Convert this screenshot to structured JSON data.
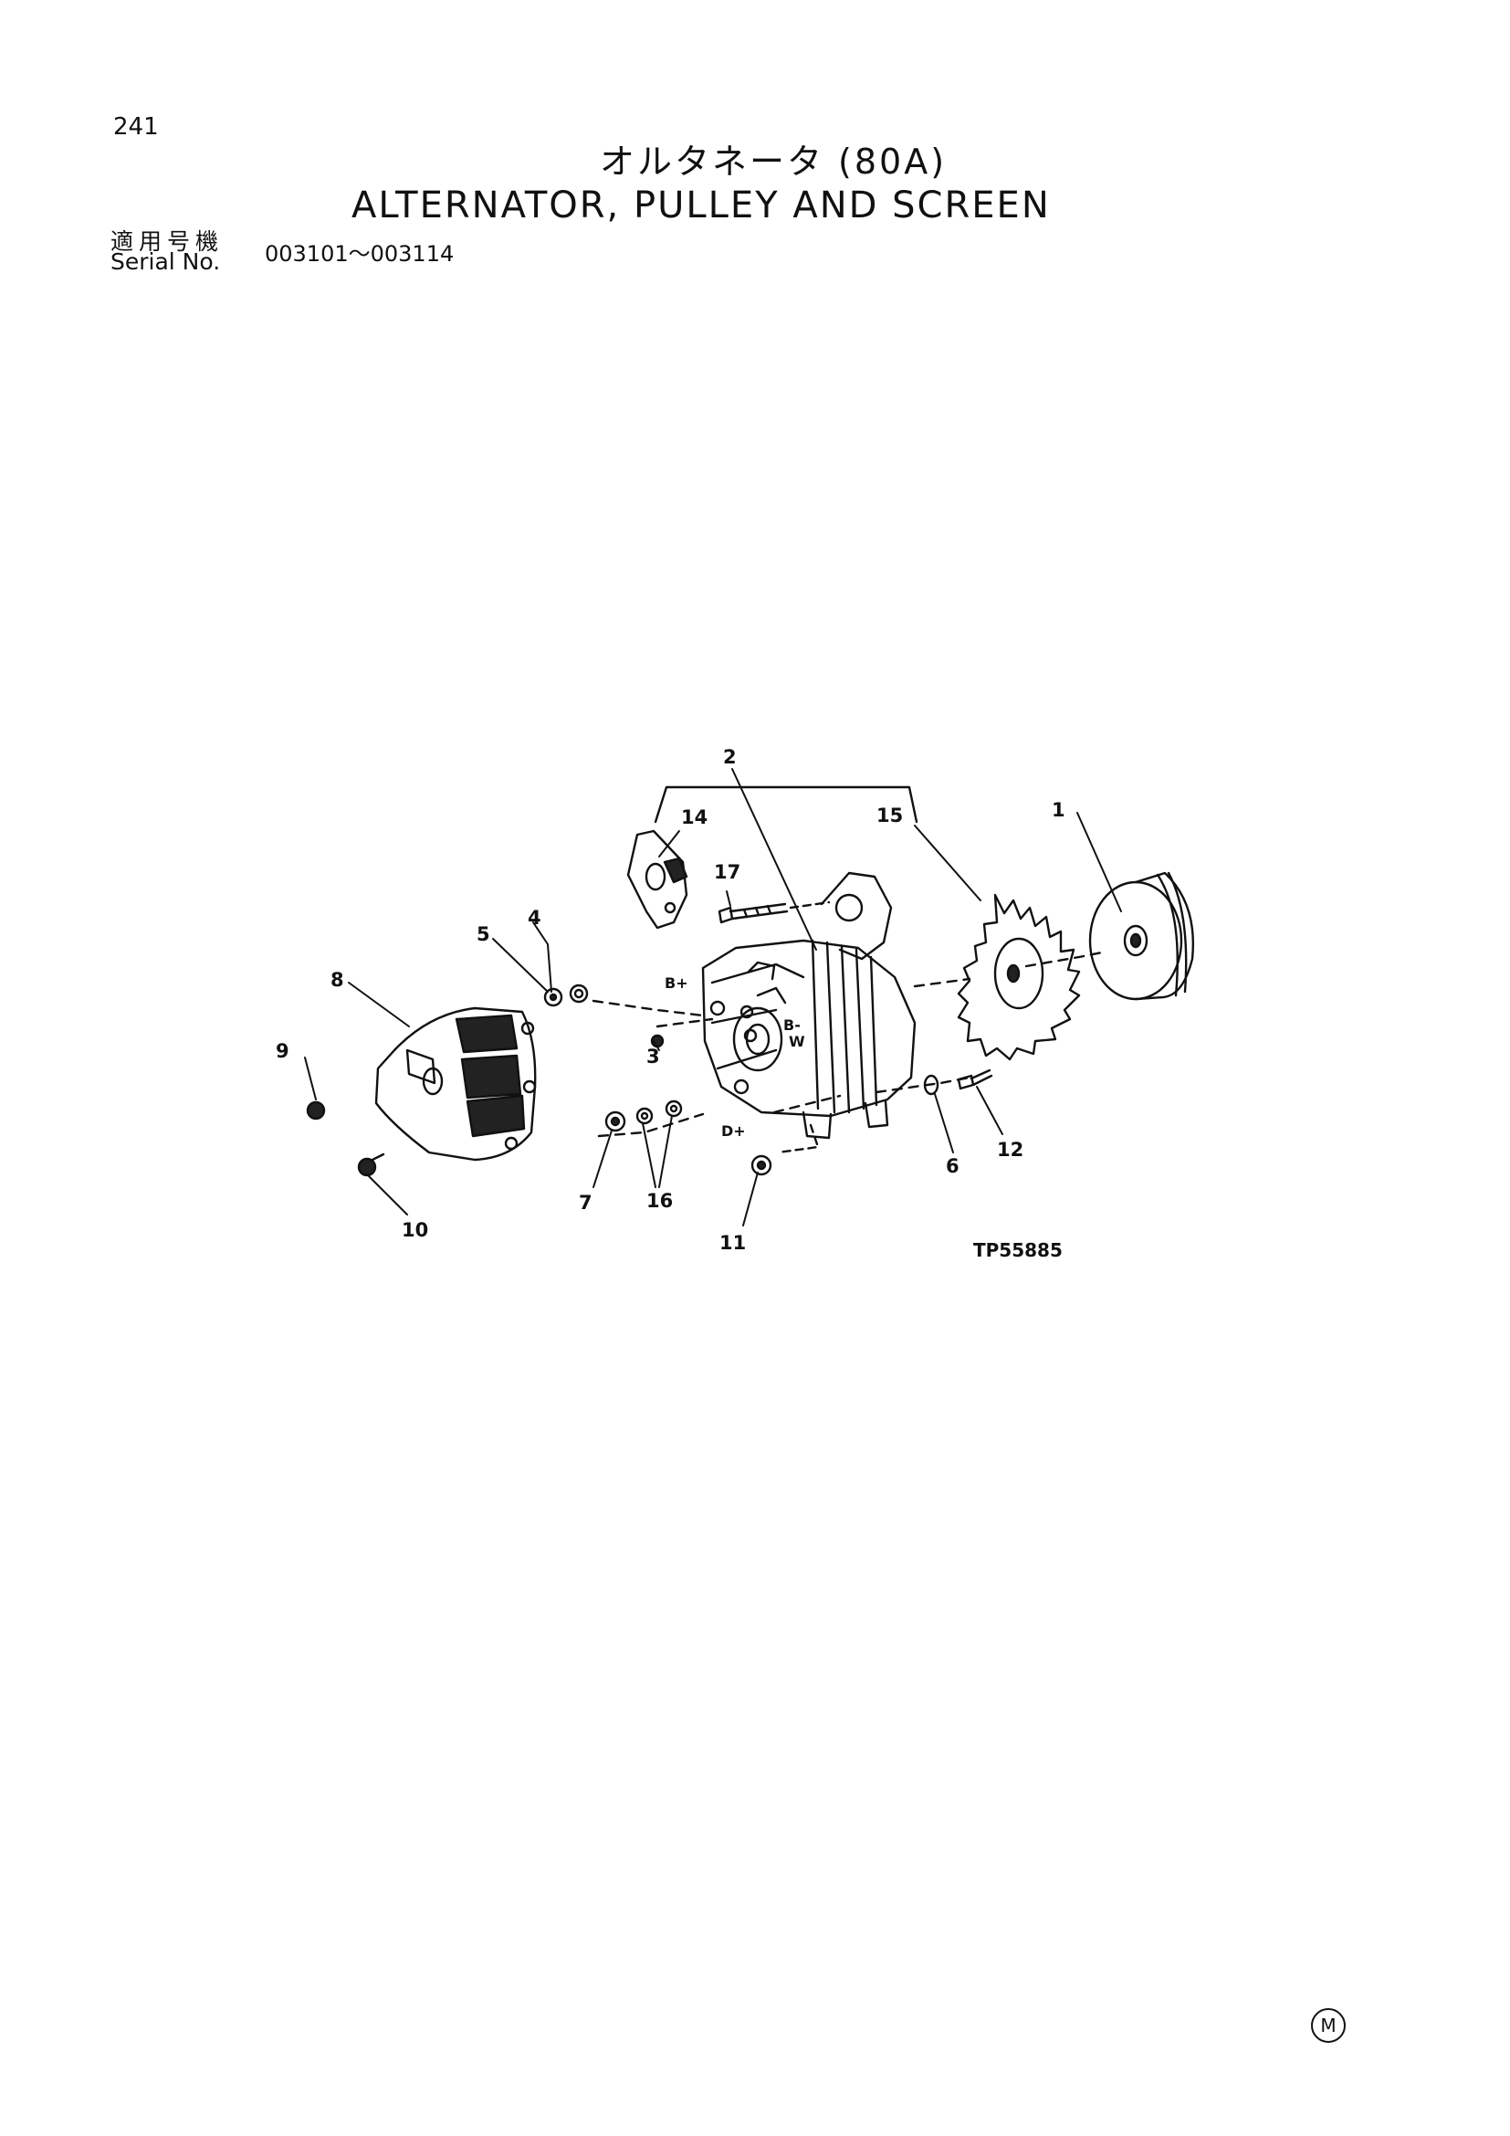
{
  "header": {
    "page_number": "241",
    "title_jp": "オルタネータ (80A)",
    "title_en": "ALTERNATOR, PULLEY AND SCREEN",
    "serial_label_jp": "適用号機",
    "serial_label_en": "Serial No.",
    "serial_range": "003101～003114"
  },
  "diagram": {
    "callouts": [
      "1",
      "2",
      "3",
      "4",
      "5",
      "6",
      "7",
      "8",
      "9",
      "10",
      "11",
      "12",
      "14",
      "15",
      "16",
      "17"
    ],
    "terminals": [
      "B+",
      "B-",
      "W",
      "D+"
    ],
    "figure_ref": "TP55885"
  },
  "footer": {
    "mark": "M"
  }
}
